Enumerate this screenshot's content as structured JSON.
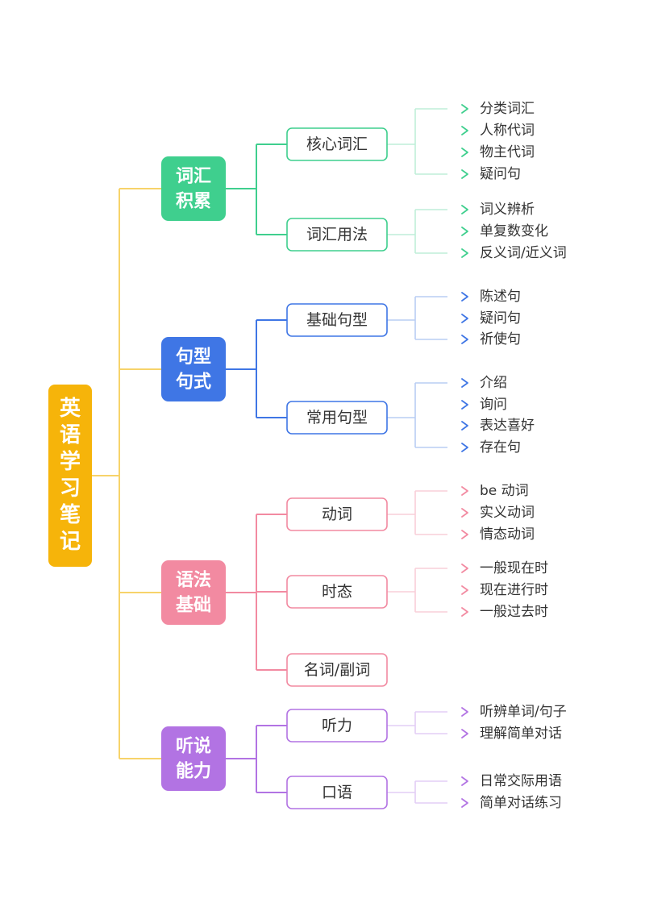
{
  "root": {
    "label": "英语学习笔记",
    "color": "#f6b40a"
  },
  "categories": [
    {
      "label": [
        "词汇",
        "积累"
      ],
      "color": "#3fcf8e",
      "line_color": "#3fcf8e",
      "leaf_line_color": "#bfeed8",
      "topics": [
        {
          "label": "核心词汇",
          "items": [
            "分类词汇",
            "人称代词",
            "物主代词",
            "疑问句"
          ]
        },
        {
          "label": "词汇用法",
          "items": [
            "词义辨析",
            "单复数变化",
            "反义词/近义词"
          ]
        }
      ]
    },
    {
      "label": [
        "句型",
        "句式"
      ],
      "color": "#3f76e5",
      "line_color": "#3f76e5",
      "leaf_line_color": "#b9cdf4",
      "topics": [
        {
          "label": "基础句型",
          "items": [
            "陈述句",
            "疑问句",
            "祈使句"
          ]
        },
        {
          "label": "常用句型",
          "items": [
            "介绍",
            "询问",
            "表达喜好",
            "存在句"
          ]
        }
      ]
    },
    {
      "label": [
        "语法",
        "基础"
      ],
      "color": "#f28aa1",
      "line_color": "#f28aa1",
      "leaf_line_color": "#f9cfd8",
      "topics": [
        {
          "label": "动词",
          "items": [
            "be 动词",
            "实义动词",
            "情态动词"
          ]
        },
        {
          "label": "时态",
          "items": [
            "一般现在时",
            "现在进行时",
            "一般过去时"
          ]
        },
        {
          "label": "名词/副词",
          "items": []
        }
      ]
    },
    {
      "label": [
        "听说",
        "能力"
      ],
      "color": "#b273e3",
      "line_color": "#b273e3",
      "leaf_line_color": "#e3cdf5",
      "topics": [
        {
          "label": "听力",
          "items": [
            "听辨单词/句子",
            "理解简单对话"
          ]
        },
        {
          "label": "口语",
          "items": [
            "日常交际用语",
            "简单对话练习"
          ]
        }
      ]
    }
  ],
  "trunk_color": "#f7d36a",
  "text_color": "#333333",
  "icons": {
    "leaf_marker": "chevron-right-icon"
  }
}
